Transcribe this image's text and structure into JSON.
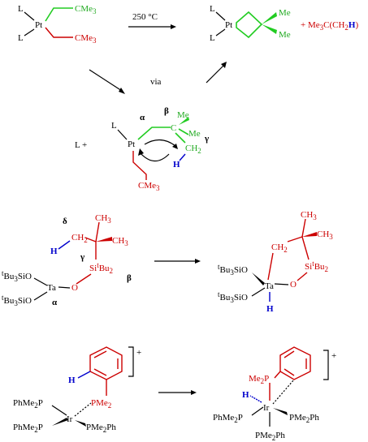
{
  "scheme1": {
    "condition": "250 °C",
    "via": "via",
    "L": "L",
    "Pt": "Pt",
    "CMe3": "CMe",
    "sub3": "3",
    "Me": "Me",
    "product_plus": "+ Me",
    "product_frag1": "C(CH",
    "product_H": "H",
    "product_close": ")",
    "L_plus": "L    +",
    "alpha": "α",
    "beta": "β",
    "gamma": "γ",
    "C": "C",
    "CH": "CH",
    "sub2": "2",
    "H": "H"
  },
  "scheme2": {
    "delta": "δ",
    "gamma": "γ",
    "beta": "β",
    "alpha": "α",
    "CH": "CH",
    "sub2": "2",
    "sub3": "3",
    "H": "H",
    "Si": "Si",
    "Bu": "Bu",
    "t": "t",
    "Bu3SiO": "Bu",
    "SiO": "SiO",
    "Ta": "Ta",
    "O": "O"
  },
  "scheme3": {
    "charge": "+",
    "H": "H",
    "Ir": "Ir",
    "PMe": "PMe",
    "Me": "Me",
    "P": "P",
    "sub2": "2",
    "Ph": "Ph",
    "PhMe": "PhMe"
  },
  "colors": {
    "red": "#cc0000",
    "green": "#22cc22",
    "blue": "#0000cc",
    "black": "#000000"
  }
}
